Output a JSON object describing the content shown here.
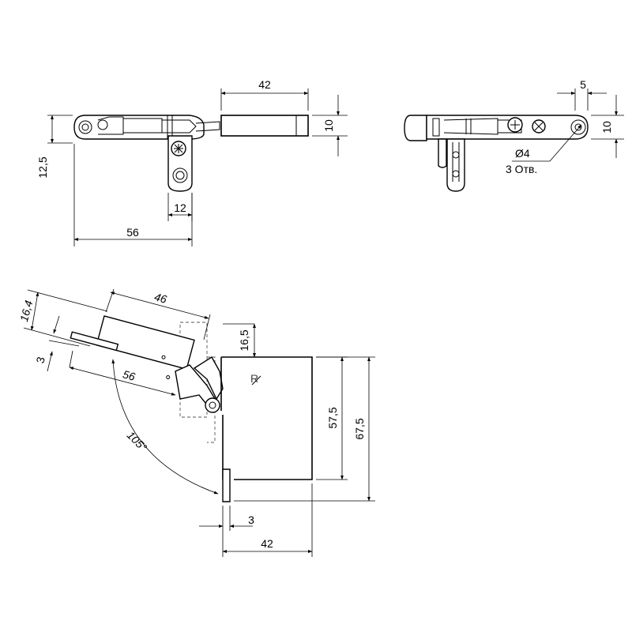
{
  "top_left_view": {
    "dim_width": "42",
    "dim_height": "10",
    "dim_offset": "12,5",
    "dim_plate": "12",
    "dim_length": "56"
  },
  "top_right_view": {
    "dim_offset": "5",
    "dim_height": "10",
    "hole_diameter": "Ø4",
    "hole_count": "3 Отв."
  },
  "front_view": {
    "dim_arm": "46",
    "dim_thickness": "16,4",
    "dim_offset": "3",
    "dim_length": "56",
    "angle": "105°",
    "dim_top": "16,5",
    "dim_inner_height": "57,5",
    "dim_total_height": "67,5",
    "dim_door_offset": "3",
    "dim_width": "42",
    "mark": "R"
  }
}
